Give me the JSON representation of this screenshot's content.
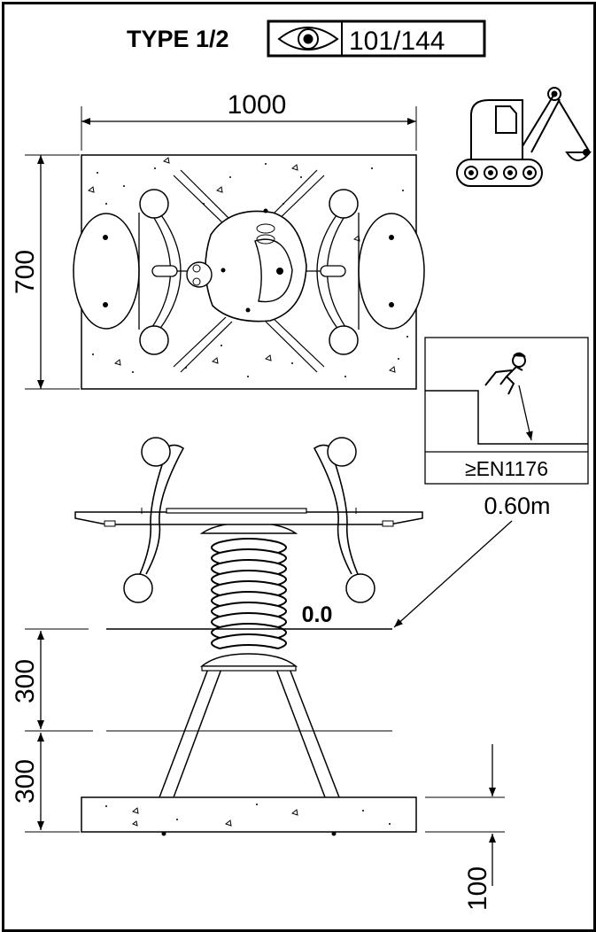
{
  "header": {
    "type_label": "TYPE 1/2",
    "view_icon": "eye-icon",
    "sheet_number": "101/144"
  },
  "top_view": {
    "width_dimension": "1000",
    "height_dimension": "700"
  },
  "machine_icon": "excavator-icon",
  "fall_info": {
    "icon": "falling-child-icon",
    "standard": "≥EN1176",
    "fall_height": "0.60m"
  },
  "side_view": {
    "ground_level": "0.0",
    "dimensions": [
      "300",
      "300",
      "100"
    ]
  }
}
